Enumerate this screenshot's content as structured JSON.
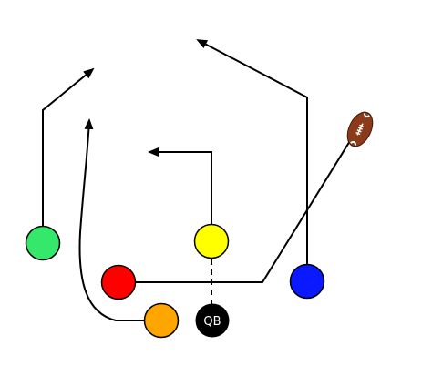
{
  "qb": {
    "label": "QB",
    "color": "#000000"
  },
  "players": [
    {
      "id": "green",
      "color": "#33e86a"
    },
    {
      "id": "yellow",
      "color": "#ffff00"
    },
    {
      "id": "red",
      "color": "#ff0000"
    },
    {
      "id": "blue",
      "color": "#0a19ff"
    },
    {
      "id": "orange",
      "color": "#ffa500"
    }
  ],
  "football": {
    "color": "#8b3a1a",
    "laces": "#ffffff"
  }
}
